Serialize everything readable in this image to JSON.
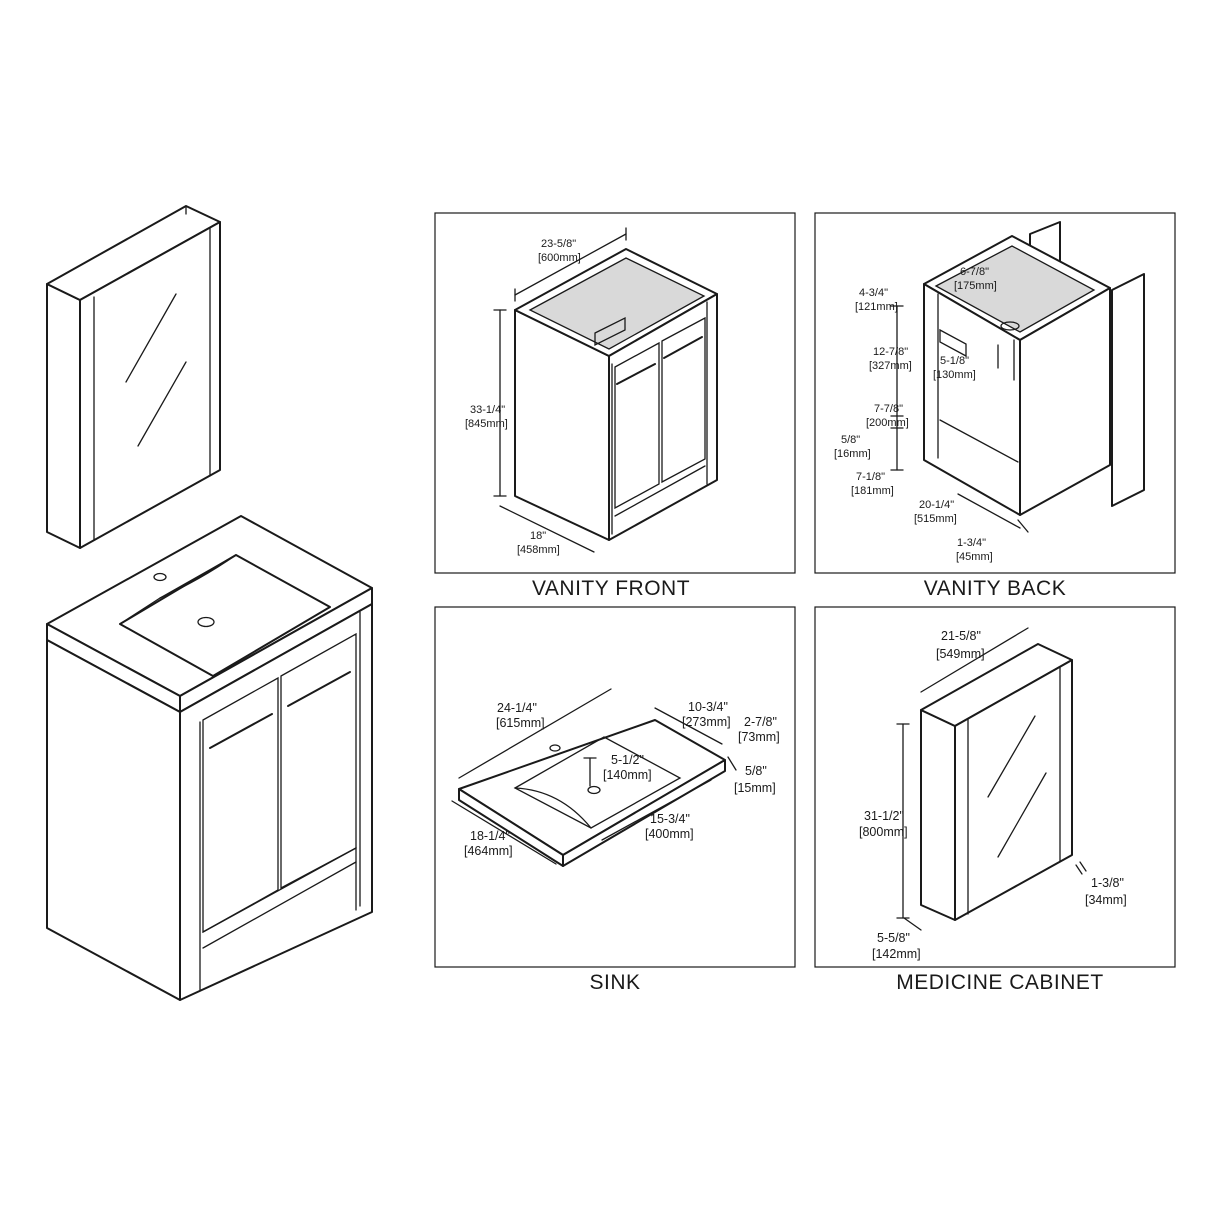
{
  "captions": {
    "vanity_front": "VANITY FRONT",
    "vanity_back": "VANITY BACK",
    "sink": "SINK",
    "medicine_cabinet": "MEDICINE CABINET"
  },
  "vanity_front": {
    "width_in": "23-5/8\"",
    "width_mm": "[600mm]",
    "height_in": "33-1/4\"",
    "height_mm": "[845mm]",
    "depth_in": "18\"",
    "depth_mm": "[458mm]"
  },
  "vanity_back": {
    "top_in": "4-3/4\"",
    "top_mm": "[121mm]",
    "inner_w_in": "6-7/8\"",
    "inner_w_mm": "[175mm]",
    "mid_in": "12-7/8\"",
    "mid_mm": "[327mm]",
    "pipe_in": "5-1/8\"",
    "pipe_mm": "[130mm]",
    "lower_in": "7-7/8\"",
    "lower_mm": "[200mm]",
    "shelf_in": "5/8\"",
    "shelf_mm": "[16mm]",
    "base_in": "7-1/8\"",
    "base_mm": "[181mm]",
    "depth_in": "20-1/4\"",
    "depth_mm": "[515mm]",
    "side_in": "1-3/4\"",
    "side_mm": "[45mm]"
  },
  "sink": {
    "width_in": "24-1/4\"",
    "width_mm": "[615mm]",
    "basin_d_in": "10-3/4\"",
    "basin_d_mm": "[273mm]",
    "height_in": "2-7/8\"",
    "height_mm": "[73mm]",
    "drain_in": "5-1/2\"",
    "drain_mm": "[140mm]",
    "thick_in": "5/8\"",
    "thick_mm": "[15mm]",
    "basin_w_in": "15-3/4\"",
    "basin_w_mm": "[400mm]",
    "depth_in": "18-1/4\"",
    "depth_mm": "[464mm]"
  },
  "medicine_cabinet": {
    "width_in": "21-5/8\"",
    "width_mm": "[549mm]",
    "height_in": "31-1/2\"",
    "height_mm": "[800mm]",
    "depth_in": "5-5/8\"",
    "depth_mm": "[142mm]",
    "door_in": "1-3/8\"",
    "door_mm": "[34mm]"
  }
}
